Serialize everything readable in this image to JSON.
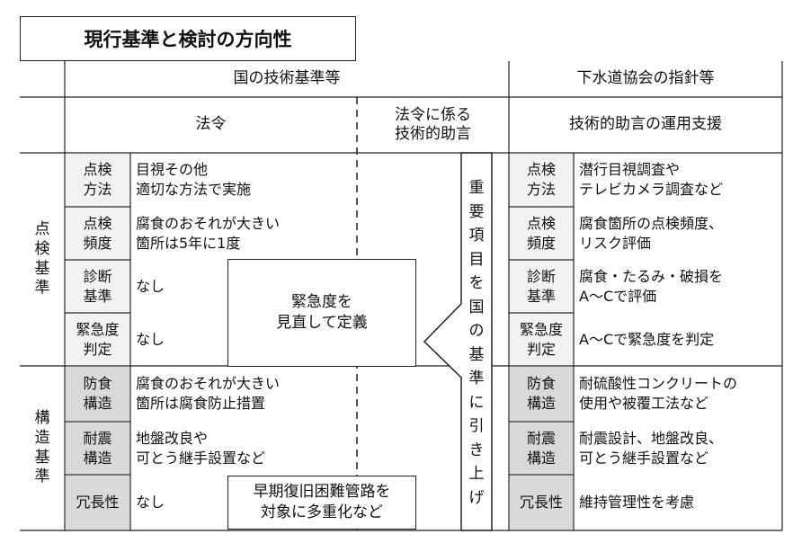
{
  "title": "現行基準と検討の方向性",
  "headers": {
    "national": "国の技術基準等",
    "association": "下水道協会の指針等",
    "law": "法令",
    "law_advice_line1": "法令に係る",
    "law_advice_line2": "技術的助言",
    "operation_support": "技術的助言の運用支援"
  },
  "groups": {
    "inspection": [
      "点",
      "検",
      "基",
      "準"
    ],
    "structure": [
      "構",
      "造",
      "基",
      "準"
    ]
  },
  "rows": [
    {
      "label1": "点検",
      "label2": "方法",
      "law1": "目視その他",
      "law2": "適切な方法で実施",
      "assoc1": "潜行目視調査や",
      "assoc2": "テレビカメラ調査など"
    },
    {
      "label1": "点検",
      "label2": "頻度",
      "law1": "腐食のおそれが大きい",
      "law2": "箇所は5年に1度",
      "assoc1": "腐食箇所の点検頻度、",
      "assoc2": "リスク評価"
    },
    {
      "label1": "診断",
      "label2": "基準",
      "law1": "なし",
      "law2": "",
      "assoc1": "腐食・たるみ・破損を",
      "assoc2": "A～Cで評価"
    },
    {
      "label1": "緊急度",
      "label2": "判定",
      "law1": "なし",
      "law2": "",
      "assoc1": "A～Cで緊急度を判定",
      "assoc2": ""
    },
    {
      "label1": "防食",
      "label2": "構造",
      "law1": "腐食のおそれが大きい",
      "law2": "箇所は腐食防止措置",
      "assoc1": "耐硫酸性コンクリートの",
      "assoc2": "使用や被覆工法など"
    },
    {
      "label1": "耐震",
      "label2": "構造",
      "law1": "地盤改良や",
      "law2": "可とう継手設置など",
      "assoc1": "耐震設計、地盤改良、",
      "assoc2": "可とう継手設置など"
    },
    {
      "label1": "冗長性",
      "label2": "",
      "law1": "なし",
      "law2": "",
      "assoc1": "維持管理性を考慮",
      "assoc2": ""
    }
  ],
  "callouts": {
    "urgency_line1": "緊急度を",
    "urgency_line2": "見直して定義",
    "redundancy_line1": "早期復旧困難管路を",
    "redundancy_line2": "対象に多重化など"
  },
  "arrow_text": [
    "重",
    "要",
    "項",
    "目",
    "を",
    "国",
    "の",
    "基",
    "準",
    "に",
    "引",
    "き",
    "上",
    "げ"
  ]
}
